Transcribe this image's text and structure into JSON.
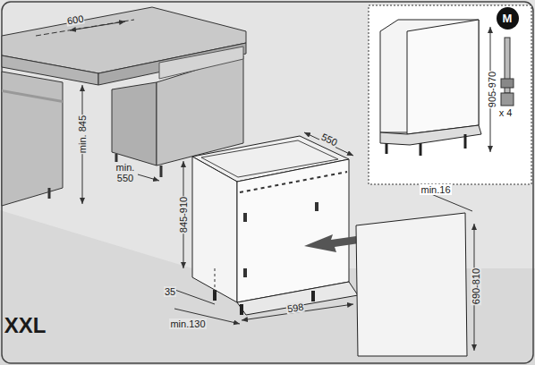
{
  "diagram": {
    "nodes": [
      {
        "text": [
          "M"
        ]
      }
    ],
    "labels": [
      "600",
      "min. 845",
      "min. 550",
      "550",
      "845-910",
      "35",
      "min.130",
      "598",
      "min.16",
      "690-810",
      "905-970",
      "x 4",
      "XXL"
    ]
  }
}
